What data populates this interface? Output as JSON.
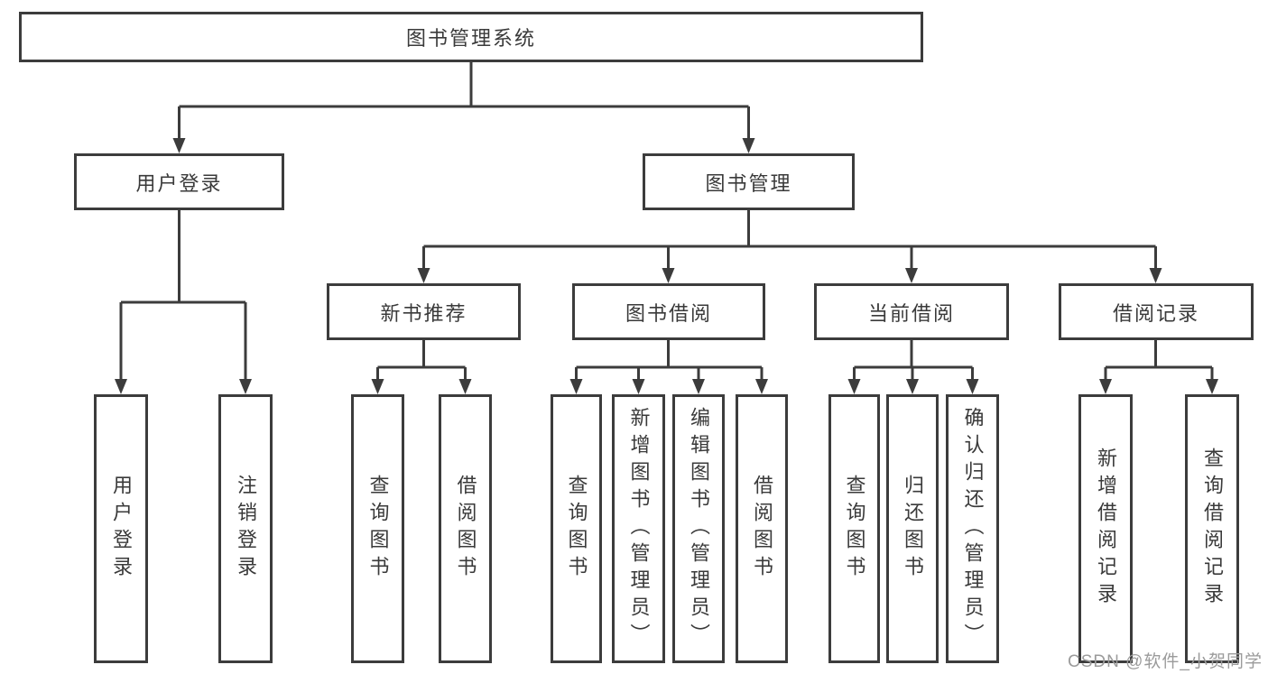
{
  "colors": {
    "line": "#3c3c3c",
    "box_border": "#3c3c3c",
    "text": "#3a3a3a",
    "background": "#ffffff",
    "watermark_text_color": "#9b9b9b"
  },
  "diagram": {
    "root": {
      "label": "图书管理系统"
    },
    "level2": {
      "user_login": {
        "label": "用户登录"
      },
      "book_management": {
        "label": "图书管理"
      }
    },
    "level3": {
      "new_book_recommend": {
        "label": "新书推荐"
      },
      "book_borrow": {
        "label": "图书借阅"
      },
      "current_borrow": {
        "label": "当前借阅"
      },
      "borrow_records": {
        "label": "借阅记录"
      }
    },
    "leaves": {
      "user_login": {
        "login": "用户登录",
        "logout": "注销登录"
      },
      "new_book_recommend": {
        "query": "查询图书",
        "borrow": "借阅图书"
      },
      "book_borrow": {
        "query": "查询图书",
        "add": "新增图书（管理员）",
        "edit": "编辑图书（管理员）",
        "borrow": "借阅图书"
      },
      "current_borrow": {
        "query": "查询图书",
        "return": "归还图书",
        "confirm": "确认归还（管理员）"
      },
      "borrow_records": {
        "add": "新增借阅记录",
        "query": "查询借阅记录"
      }
    }
  },
  "watermark": {
    "text": "CSDN @软件_小贺同学"
  }
}
